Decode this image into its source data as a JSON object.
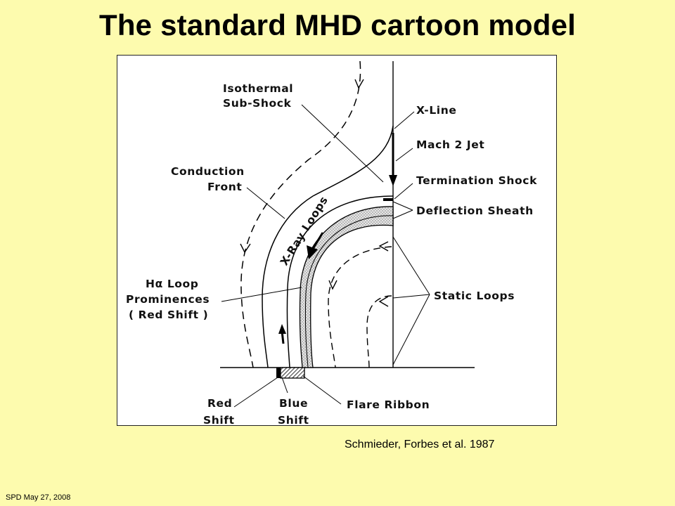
{
  "slide": {
    "title": "The standard MHD cartoon model",
    "citation": "Schmieder, Forbes et al. 1987",
    "footer": "SPD May 27,  2008"
  },
  "diagram": {
    "labels": {
      "isothermal_1": "Isothermal",
      "isothermal_2": "Sub-Shock",
      "x_line": "X-Line",
      "mach_jet": "Mach 2 Jet",
      "termination": "Termination Shock",
      "deflection": "Deflection Sheath",
      "conduction_1": "Conduction",
      "conduction_2": "Front",
      "xray_loops": "X-Ray Loops",
      "halpha_1": "Hα  Loop",
      "halpha_2": "Prominences",
      "halpha_3": "( Red Shift )",
      "static_loops": "Static Loops",
      "red_1": "Red",
      "red_2": "Shift",
      "blue_1": "Blue",
      "blue_2": "Shift",
      "flare_ribbon": "Flare Ribbon"
    }
  }
}
